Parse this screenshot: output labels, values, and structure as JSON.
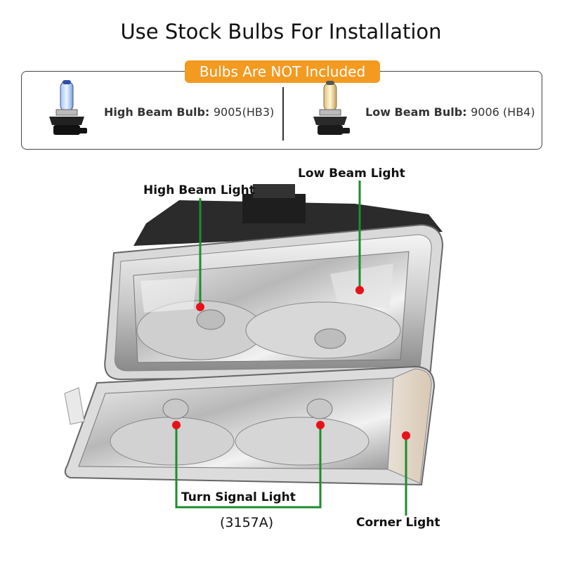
{
  "title": "Use Stock Bulbs For Installation",
  "notice": "Bulbs Are NOT Included",
  "bulbs": {
    "high": {
      "label": "High Beam Bulb:",
      "code": "9005(HB3)"
    },
    "low": {
      "label": "Low Beam Bulb:",
      "code": "9006 (HB4)"
    }
  },
  "callouts": {
    "high_beam": "High Beam Light",
    "low_beam": "Low Beam Light",
    "turn_signal": "Turn Signal Light",
    "turn_signal_bulb": "(3157A)",
    "corner": "Corner Light"
  },
  "colors": {
    "accent_orange": "#f39a21",
    "leader_green": "#1e8c2e",
    "marker_red": "#e8101a"
  }
}
